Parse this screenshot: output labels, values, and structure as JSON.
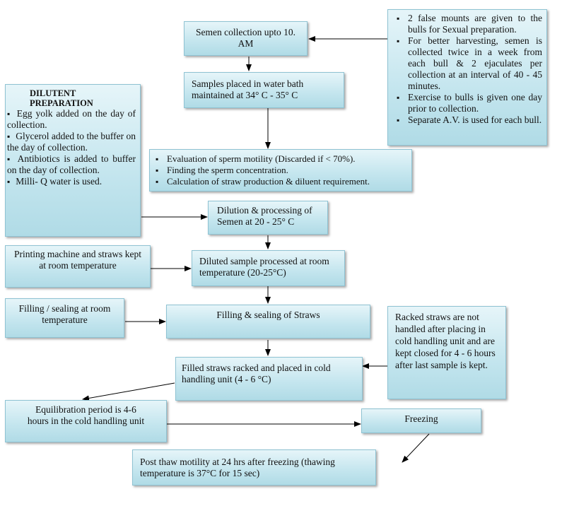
{
  "flow": {
    "collection": "Semen collection upto 10. AM",
    "water_bath": "Samples placed in water bath maintained at 34° C - 35° C",
    "evaluation": [
      "Evaluation of sperm motility (Discarded if < 70%).",
      "Finding the sperm concentration.",
      "Calculation of straw production & diluent requirement."
    ],
    "dilution": "Dilution & processing of Semen at 20 - 25° C",
    "diluted_sample": "Diluted sample processed at room temperature (20-25°C)",
    "filling": "Filling & sealing of Straws",
    "racked": "Filled straws racked and placed in cold handling unit (4 - 6 °C)",
    "equilibration": "Equilibration period is 4-6 hours in the cold handling unit",
    "freezing": "Freezing",
    "post_thaw": "Post thaw motility at 24 hrs after freezing (thawing temperature is 37°C for 15 sec)"
  },
  "side_notes": {
    "bull_prep": [
      "2 false mounts are given to the bulls for Sexual preparation.",
      "For better harvesting, semen is collected twice in a week from each bull & 2 ejaculates per collection at an interval of 40 - 45 minutes.",
      "Exercise to bulls is given one day prior to collection.",
      "Separate A.V. is used for each bull."
    ],
    "dilutent": {
      "heading": "DILUTENT PREPARATION",
      "items": [
        "Egg yolk added on the day of collection.",
        "Glycerol added to the buffer on the day of collection.",
        "Antibiotics is added to buffer on the day of collection.",
        "Milli- Q water is used."
      ]
    },
    "printing": "Printing machine and straws kept at room temperature",
    "filling_note": "Filling / sealing at room temperature",
    "racked_note": "Racked straws are not handled after placing in cold handling unit and are kept closed for 4 - 6 hours after last sample is kept."
  }
}
